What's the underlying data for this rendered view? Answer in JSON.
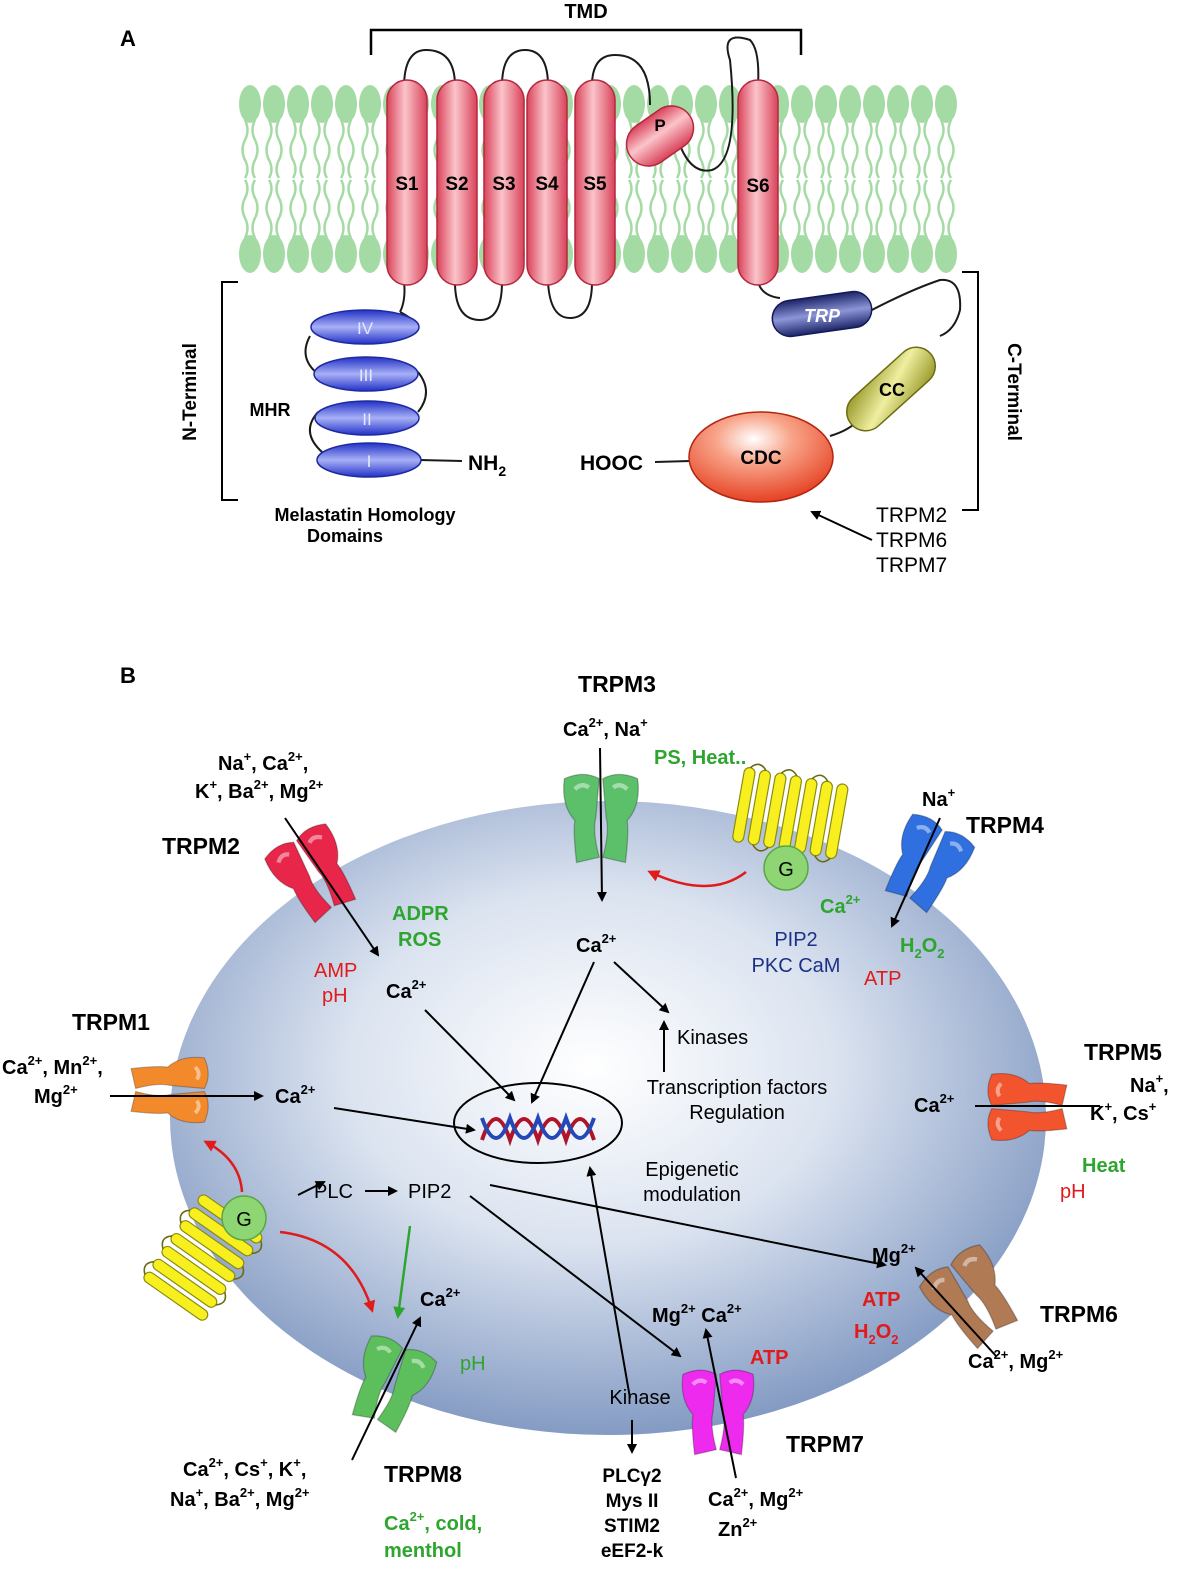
{
  "colors": {
    "membrane": "#a4dba4",
    "helix": "#f07e88",
    "mhr": "#4a5ae6",
    "trp_domain": "#2c3590",
    "cc": "#c8c83e",
    "cdc": "#f05236",
    "cell": "#7d96c2",
    "green_text": "#2ea52e",
    "red_text": "#e01b1b",
    "blue_text": "#1c3184",
    "trpm1": "#f28a2c",
    "trpm2": "#e8264a",
    "trpm3": "#5cbf6a",
    "trpm4": "#2f6fe0",
    "trpm5": "#f2542e",
    "trpm6": "#b07a55",
    "trpm7": "#ee2aee",
    "trpm8": "#5cbf5c",
    "gpcr": "#f7f01e"
  },
  "panel_a": {
    "label": "A",
    "tmd": "TMD",
    "helices": [
      "S1",
      "S2",
      "S3",
      "S4",
      "S5",
      "S6"
    ],
    "pore": "P",
    "n_terminal": "N-Terminal",
    "c_terminal": "C-Terminal",
    "mhr": "MHR",
    "mhr_domains": [
      "IV",
      "III",
      "II",
      "I"
    ],
    "nh2": "NH",
    "nh2_sub": "2",
    "melastatin_line1": "Melastatin Homology",
    "melastatin_line2": "Domains",
    "trp": "TRP",
    "cc": "CC",
    "cdc": "CDC",
    "hooc": "HOOC",
    "kinase_channels": [
      "TRPM2",
      "TRPM6",
      "TRPM7"
    ]
  },
  "panel_b": {
    "label": "B",
    "trpm1": {
      "name": "TRPM1",
      "ions1": "Ca",
      "ions1b": ", Mn",
      "ions2": "Mg"
    },
    "trpm2": {
      "name": "TRPM2",
      "ions_line1": [
        "Na",
        ", Ca",
        ","
      ],
      "ions_line2": [
        "K",
        ", Ba",
        ", Mg"
      ],
      "activators": [
        "ADPR",
        "ROS"
      ],
      "inhibitors": [
        "AMP",
        "pH"
      ]
    },
    "trpm3": {
      "name": "TRPM3",
      "ions": [
        "Ca",
        ", Na"
      ],
      "activators": "PS, Heat.."
    },
    "trpm4": {
      "name": "TRPM4",
      "ion": "Na",
      "activator_ca": "Ca",
      "activator_h2o2": "H",
      "modulators": [
        "PIP2",
        "PKC CaM"
      ],
      "inhibitor": "ATP"
    },
    "trpm5": {
      "name": "TRPM5",
      "ions": [
        "Na",
        "K",
        ", Cs"
      ],
      "activator": "Heat",
      "inhibitor": "pH"
    },
    "trpm6": {
      "name": "TRPM6",
      "ions": [
        "Ca",
        ", Mg"
      ],
      "inhibitors": [
        "ATP",
        "H"
      ]
    },
    "trpm7": {
      "name": "TRPM7",
      "ions": [
        "Ca",
        ", Mg"
      ],
      "zn": "Zn",
      "inhibitor": "ATP",
      "kinase": "Kinase",
      "targets": [
        "PLCγ2",
        "Mys II",
        "STIM2",
        "eEF2-k"
      ]
    },
    "trpm8": {
      "name": "TRPM8",
      "ions_line1": [
        "Ca",
        ", Cs",
        ", K",
        ","
      ],
      "ions_line2": [
        "Na",
        ", Ba",
        ", Mg"
      ],
      "activators_line1": [
        "Ca",
        ", cold,"
      ],
      "activators_line2": "menthol",
      "inhibitor": "pH"
    },
    "intracellular": {
      "ca": "Ca",
      "mg": "Mg",
      "kinases": "Kinases",
      "tf_line1": "Transcription factors",
      "tf_line2": "Regulation",
      "epi_line1": "Epigenetic",
      "epi_line2": "modulation",
      "plc": "PLC",
      "pip2": "PIP2",
      "g": "G"
    },
    "sup": {
      "plus": "+",
      "two_plus": "2+",
      "two": "2"
    }
  }
}
